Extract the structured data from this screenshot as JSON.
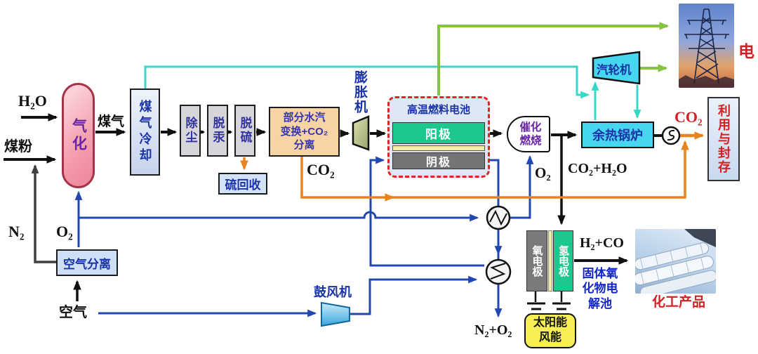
{
  "labels": {
    "h2o": "H₂O",
    "coal_powder": "煤粉",
    "n2": "N₂",
    "o2_to_gasifier": "O₂",
    "air": "空气",
    "syngas": "煤气",
    "co2_from_shift": "CO₂",
    "o2_to_burner": "O₂",
    "co2_h2o": "CO₂+H₂O",
    "co2_product": "CO₂",
    "electricity": "电",
    "n2_o2": "N₂+O₂",
    "h2_co": "H₂+CO",
    "chem_products": "化工产品"
  },
  "nodes": {
    "gasifier": "气化",
    "gas_cooler": "煤气冷却",
    "dust_removal": "除尘",
    "mercury_removal": "脱汞",
    "desulfurization": "脱硫",
    "sulfur_recovery": "硫回收",
    "shift": {
      "l1": "部分水汽",
      "l2": "变换+CO₂",
      "l3": "分离"
    },
    "expander": "膨胀机",
    "fuel_cell": {
      "title": "高温燃料电池",
      "anode": "阳极",
      "cathode": "阴极"
    },
    "burner": {
      "l1": "催化",
      "l2": "燃烧"
    },
    "waste_heat_boiler": "余热锅炉",
    "steam_turbine": "汽轮机",
    "storage": "利用与封存",
    "air_separation": "空气分离",
    "blower": "鼓风机",
    "soec": {
      "oxygen_electrode": "氧电极",
      "hydrogen_electrode": "氢电极",
      "l1": "固体氧",
      "l2": "化物电",
      "l3": "解池"
    },
    "renewables": {
      "l1": "太阳能",
      "l2": "风能"
    }
  },
  "colors": {
    "flow_black": "#111111",
    "flow_gray": "#3f3f3f",
    "flow_blue": "#2148b1",
    "flow_orange": "#e8831d",
    "flow_cyan": "#35d8c8",
    "flow_green": "#86c440",
    "anode_green": "#1dc88f",
    "cathode_gray": "#757575",
    "boiler_cyan": "#47d6f0",
    "accent_red": "#d42020"
  }
}
